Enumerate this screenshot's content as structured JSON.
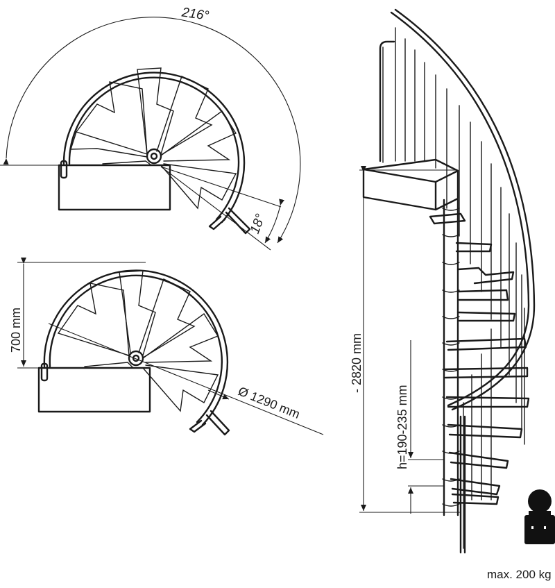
{
  "views": {
    "top_rotation": {
      "angle_label": "216°",
      "step_angle_label": "18°"
    },
    "top_dimensions": {
      "depth_label": "700 mm",
      "diameter_label": "Ø 1290 mm"
    },
    "side_elevation": {
      "height_label": "- 2820 mm",
      "riser_label": "h=190-235 mm"
    }
  },
  "load": {
    "label": "max. 200 kg"
  }
}
